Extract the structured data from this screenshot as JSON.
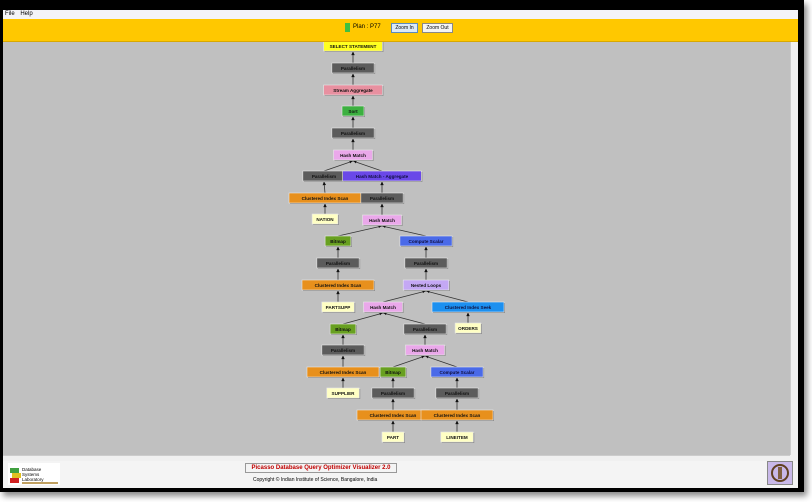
{
  "menu": [
    "File",
    "Help"
  ],
  "toolbar": {
    "plan_label": "Plan : P77",
    "zoom_in": "Zoom In",
    "zoom_out": "Zoom Out"
  },
  "footer": {
    "title": "Picasso Database Query Optimizer Visualizer 2.0",
    "copyright": "Copyright © Indian Institute of Science, Bangalore, India",
    "logo_text": "Database Systems Laboratory"
  },
  "colors": {
    "parallelism": "#5c5c5c",
    "scan": "#e8901c",
    "table": "#ffffc4",
    "hash": "#eaa8ea",
    "hashagg": "#6a48e8",
    "compute": "#4a6ae8",
    "bitmap": "#68a020",
    "sort": "#3cb040",
    "stream": "#e890a0",
    "loops": "#c4a8f4",
    "seek": "#1c90f0",
    "select": "#ffff20"
  },
  "plan_tree": [
    {
      "id": 0,
      "label": "SELECT STATEMENT",
      "type": "select",
      "parent": null
    },
    {
      "id": 1,
      "label": "Parallelism",
      "type": "parallelism",
      "parent": 0
    },
    {
      "id": 2,
      "label": "Stream Aggregate",
      "type": "stream",
      "parent": 1
    },
    {
      "id": 3,
      "label": "Sort",
      "type": "sort",
      "parent": 2
    },
    {
      "id": 4,
      "label": "Parallelism",
      "type": "parallelism",
      "parent": 3
    },
    {
      "id": 5,
      "label": "Hash Match",
      "type": "hash",
      "parent": 4
    },
    {
      "id": 6,
      "label": "Parallelism",
      "type": "parallelism",
      "parent": 5
    },
    {
      "id": 7,
      "label": "Hash Match - Aggregate",
      "type": "hashagg",
      "parent": 5
    },
    {
      "id": 8,
      "label": "Clustered Index Scan",
      "type": "scan",
      "parent": 6
    },
    {
      "id": 9,
      "label": "NATION",
      "type": "table",
      "parent": 8
    },
    {
      "id": 10,
      "label": "Parallelism",
      "type": "parallelism",
      "parent": 7
    },
    {
      "id": 11,
      "label": "Hash Match",
      "type": "hash",
      "parent": 10
    },
    {
      "id": 12,
      "label": "Bitmap",
      "type": "bitmap",
      "parent": 11
    },
    {
      "id": 13,
      "label": "Compute Scalar",
      "type": "compute",
      "parent": 11
    },
    {
      "id": 14,
      "label": "Parallelism",
      "type": "parallelism",
      "parent": 12
    },
    {
      "id": 15,
      "label": "Clustered Index Scan",
      "type": "scan",
      "parent": 14
    },
    {
      "id": 16,
      "label": "PARTSUPP",
      "type": "table",
      "parent": 15
    },
    {
      "id": 17,
      "label": "Parallelism",
      "type": "parallelism",
      "parent": 13
    },
    {
      "id": 18,
      "label": "Nested Loops",
      "type": "loops",
      "parent": 17
    },
    {
      "id": 19,
      "label": "Hash Match",
      "type": "hash",
      "parent": 18
    },
    {
      "id": 20,
      "label": "Clustered Index Seek",
      "type": "seek",
      "parent": 18
    },
    {
      "id": 21,
      "label": "ORDERS",
      "type": "table",
      "parent": 20
    },
    {
      "id": 22,
      "label": "Bitmap",
      "type": "bitmap",
      "parent": 19
    },
    {
      "id": 23,
      "label": "Parallelism",
      "type": "parallelism",
      "parent": 22
    },
    {
      "id": 24,
      "label": "Clustered Index Scan",
      "type": "scan",
      "parent": 23
    },
    {
      "id": 25,
      "label": "SUPPLIER",
      "type": "table",
      "parent": 24
    },
    {
      "id": 26,
      "label": "Parallelism",
      "type": "parallelism",
      "parent": 19
    },
    {
      "id": 27,
      "label": "Hash Match",
      "type": "hash",
      "parent": 26
    },
    {
      "id": 28,
      "label": "Bitmap",
      "type": "bitmap",
      "parent": 27
    },
    {
      "id": 29,
      "label": "Compute Scalar",
      "type": "compute",
      "parent": 27
    },
    {
      "id": 30,
      "label": "Parallelism",
      "type": "parallelism",
      "parent": 28
    },
    {
      "id": 31,
      "label": "Clustered Index Scan",
      "type": "scan",
      "parent": 30
    },
    {
      "id": 32,
      "label": "PART",
      "type": "table",
      "parent": 31
    },
    {
      "id": 33,
      "label": "Parallelism",
      "type": "parallelism",
      "parent": 29
    },
    {
      "id": 34,
      "label": "Clustered Index Scan",
      "type": "scan",
      "parent": 33
    },
    {
      "id": 35,
      "label": "LINEITEM",
      "type": "table",
      "parent": 34
    }
  ]
}
